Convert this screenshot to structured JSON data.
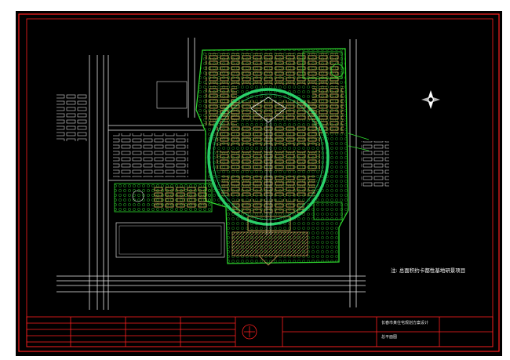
{
  "drawing": {
    "note": "注: 总面积约卡都性基地研景项目",
    "title_block": {
      "project_name": "长春市某住宅规划方案设计",
      "drawing_name": "总平面图"
    },
    "colors": {
      "background": "#000000",
      "border": "#ff2020",
      "road": "#e8e8e8",
      "green": "#2fdc2f",
      "building": "#e0c060",
      "ring_road": "#2ad06a",
      "plaza": "#d8a060"
    },
    "icons": [
      "north-arrow-icon",
      "compass-seal-icon"
    ]
  }
}
